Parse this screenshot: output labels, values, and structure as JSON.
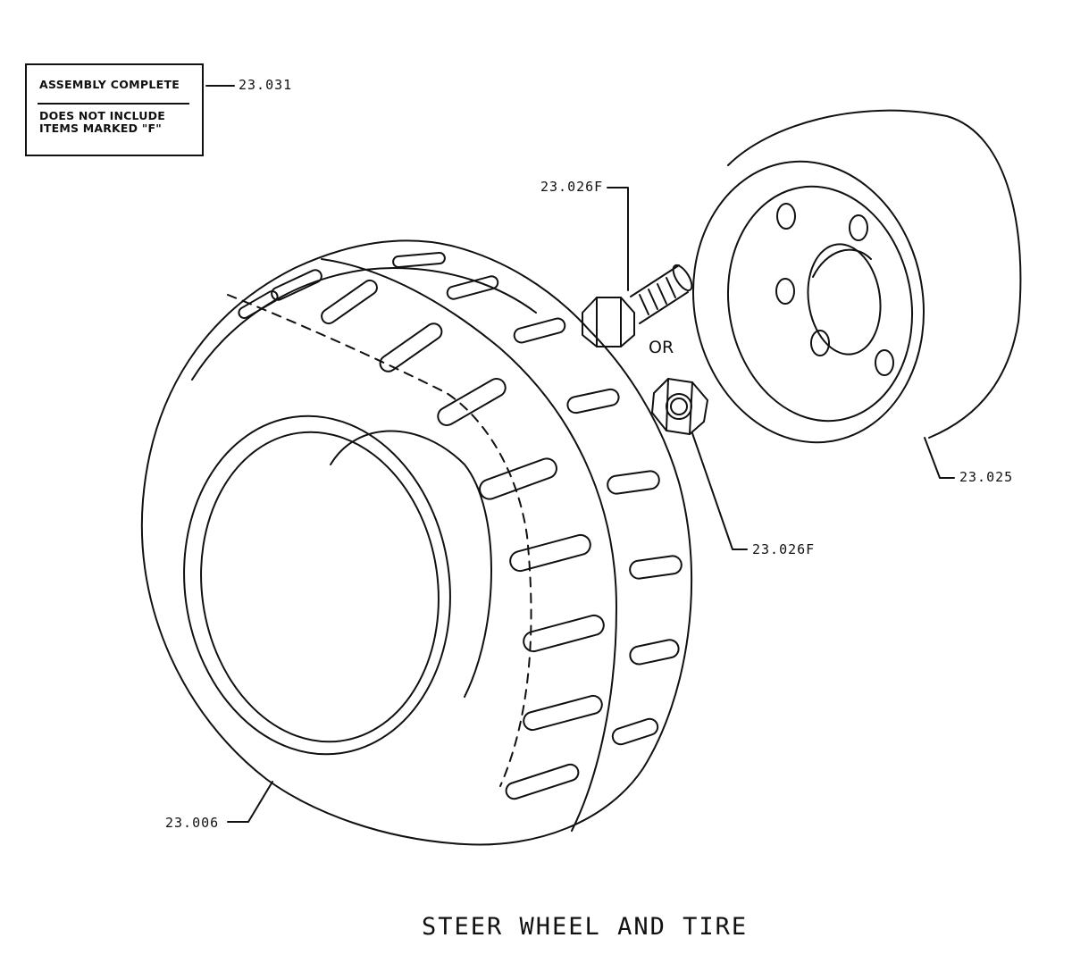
{
  "note_box": {
    "line1": "ASSEMBLY COMPLETE",
    "line2a": "DOES NOT INCLUDE",
    "line2b": "ITEMS MARKED \"F\""
  },
  "callouts": {
    "assembly": "23.031",
    "bolt": "23.026F",
    "nut": "23.026F",
    "wheel": "23.025",
    "tire": "23.006"
  },
  "or_text": "OR",
  "title": "STEER WHEEL AND TIRE"
}
